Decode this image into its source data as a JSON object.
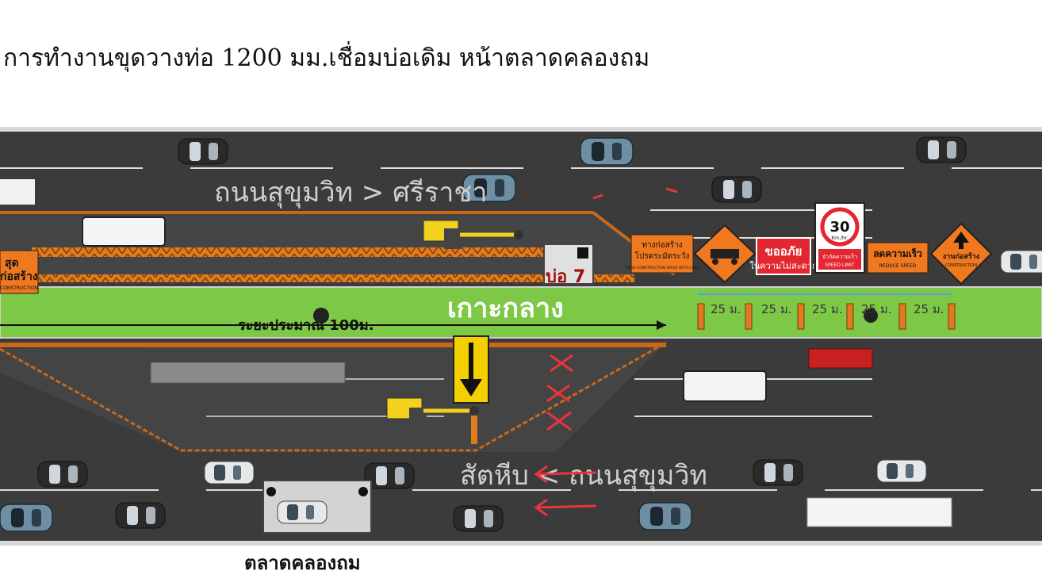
{
  "title": "การทำงานขุดวางท่อ 1200 มม.เชื่อมบ่อเดิม หน้าตลาดคลองถม",
  "road_top_label": "ถนนสุขุมวิท > ศรีราชา",
  "road_bottom_label": "สัตหีบ < ถนนสุขุมวิท",
  "median_label": "เกาะกลาง",
  "distance_label": "ระยะประมาณ 100ม.",
  "pit_label": "บ่อ 7",
  "market_label": "ตลาดคลองถม",
  "segment_label": "25 ม.",
  "signs": {
    "left_top": "สุด",
    "left_mid": "ก่อสร้าง",
    "left_small": "CONSTRUCTION",
    "caution_th1": "ทางก่อสร้าง",
    "caution_th2": "โปรดระมัดระวัง",
    "caution_en": "ROAD CONSTRUCTION DRIVE WITH CARE",
    "sorry_th1": "ขออภัย",
    "sorry_th2": "ในความไม่สะดวก",
    "speed_value": "30",
    "speed_unit": "Km./hr.",
    "speed_th": "จำกัดความเร็ว",
    "speed_en": "SPEED LIMIT",
    "reduce_th": "ลดความเร็ว",
    "reduce_en": "REDUCE SPEED",
    "work_th": "งานก่อสร้าง",
    "work_en": "CONSTRUCTION"
  },
  "colors": {
    "asphalt": "#3b3b3b",
    "median": "#7ec847",
    "barrier": "#e07a1f",
    "sign_orange": "#f0781e",
    "sign_red": "#e32630",
    "annotation_red": "#e8343a",
    "excavator": "#f2d21c",
    "arrow_yellow": "#f5d000"
  }
}
